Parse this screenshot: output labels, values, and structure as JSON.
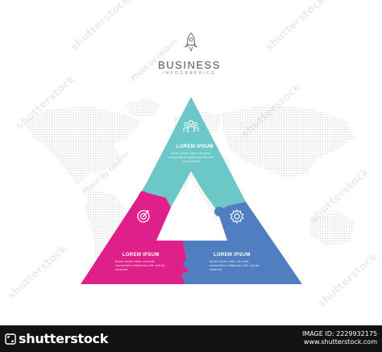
{
  "header": {
    "title": "BUSINESS",
    "subtitle": "INFOGRAPHICS"
  },
  "segments": [
    {
      "label": "LOREM IPSUM",
      "text": "lorem ipsum dolor sit amet, consectetur adipiscing elit, sed do eiusmod",
      "icon": "people-group-icon",
      "color": "#6cc7c7"
    },
    {
      "label": "LOREM IPSUM",
      "text": "lorem ipsum dolor sit amet, consectetur adipiscing elit, sed do eiusmod",
      "icon": "target-icon",
      "color": "#e0208a"
    },
    {
      "label": "LOREM IPSUM",
      "text": "lorem ipsum dolor sit amet, consectetur adipiscing elit, sed do eiusmod",
      "icon": "gear-icon",
      "color": "#4f7fc0"
    }
  ],
  "watermark": {
    "text": "shutterstock",
    "credit": "Photo by rasarin"
  },
  "footer": {
    "brand": "shutterstock",
    "image_id": "IMAGE ID: 2229932175",
    "site": "www.shutterstock.com"
  },
  "colors": {
    "teal": "#6cc7c7",
    "magenta": "#e0208a",
    "blue": "#4f7fc0",
    "map": "#e7e7e7"
  }
}
